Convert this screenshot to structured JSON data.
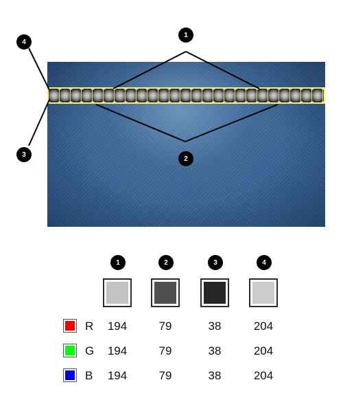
{
  "markers": {
    "m1": "1",
    "m2": "2",
    "m3": "3",
    "m4": "4"
  },
  "table": {
    "columns": [
      {
        "marker": "1",
        "swatch_color": "#c2c2c2",
        "r": "194",
        "g": "194",
        "b": "194"
      },
      {
        "marker": "2",
        "swatch_color": "#4f4f4f",
        "r": "79",
        "g": "79",
        "b": "79"
      },
      {
        "marker": "3",
        "swatch_color": "#262626",
        "r": "38",
        "g": "38",
        "b": "38"
      },
      {
        "marker": "4",
        "swatch_color": "#cccccc",
        "r": "204",
        "g": "204",
        "b": "204"
      }
    ],
    "channels": [
      {
        "label": "R",
        "color": "#ff0000"
      },
      {
        "label": "G",
        "color": "#00ff00"
      },
      {
        "label": "B",
        "color": "#0000ff"
      }
    ]
  }
}
